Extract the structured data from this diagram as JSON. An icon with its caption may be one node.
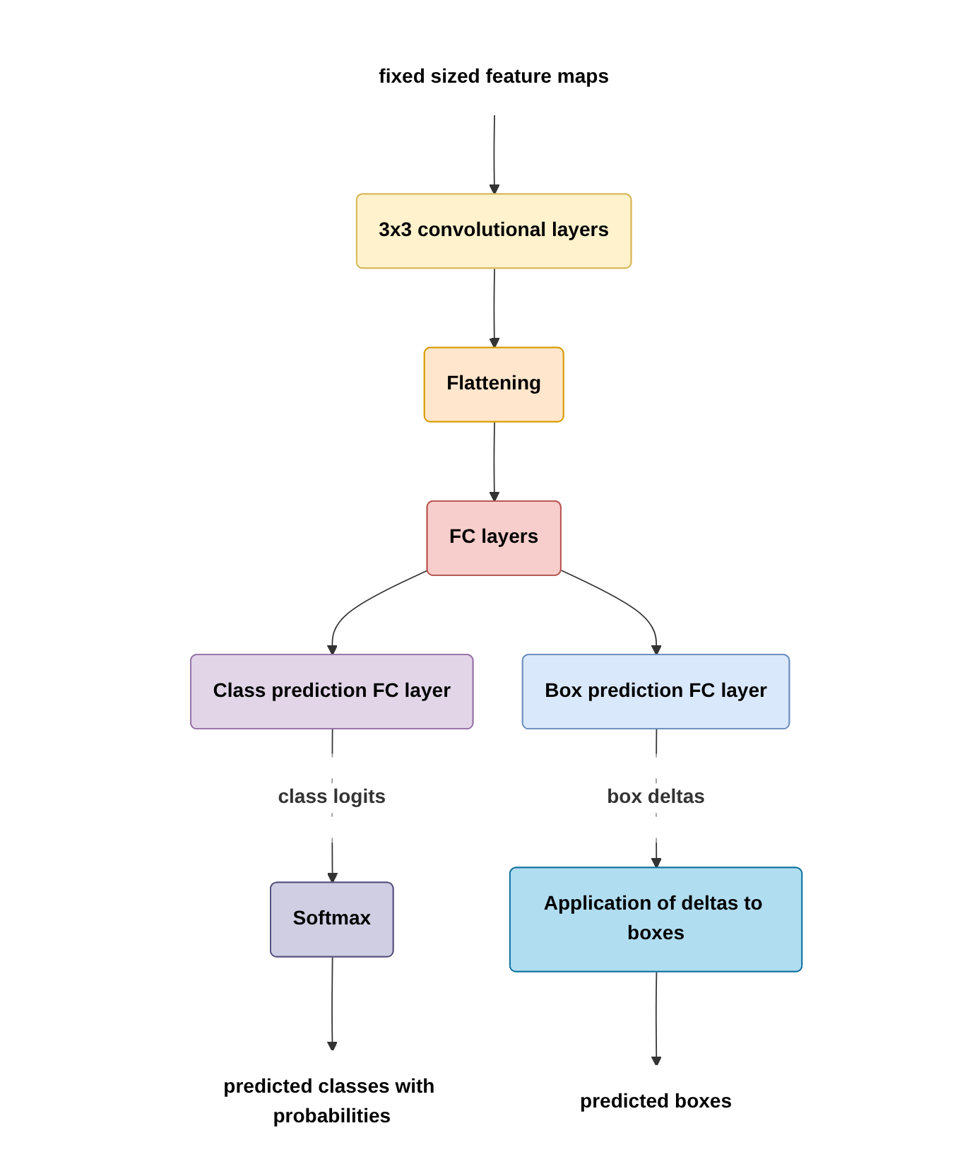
{
  "diagram": {
    "nodes": [
      {
        "text": [
          "fixed sized feature maps"
        ]
      },
      {
        "text": [
          "3x3 convolutional layers"
        ]
      },
      {
        "text": [
          "Flattening"
        ]
      },
      {
        "text": [
          "FC layers"
        ]
      },
      {
        "text": [
          "Class prediction FC layer"
        ]
      },
      {
        "text": [
          "Box prediction FC layer"
        ]
      },
      {
        "text": [
          "Softmax"
        ]
      },
      {
        "text": [
          "Application of deltas to boxes"
        ]
      },
      {
        "text": [
          "predicted classes with probabilities"
        ]
      },
      {
        "text": [
          "predicted boxes"
        ]
      }
    ],
    "edges": [
      {
        "from": 0,
        "to": 1,
        "arrow": "to"
      },
      {
        "from": 1,
        "to": 2,
        "arrow": "to"
      },
      {
        "from": 2,
        "to": 3,
        "arrow": "to"
      },
      {
        "from": 3,
        "to": 4,
        "arrow": "to"
      },
      {
        "from": 3,
        "to": 5,
        "arrow": "to"
      },
      {
        "from": 4,
        "to": 6,
        "arrow": "to",
        "label": "class logits"
      },
      {
        "from": 5,
        "to": 7,
        "arrow": "to",
        "label": "box deltas"
      },
      {
        "from": 6,
        "to": 8,
        "arrow": "to"
      },
      {
        "from": 7,
        "to": 9,
        "arrow": "to"
      }
    ]
  }
}
